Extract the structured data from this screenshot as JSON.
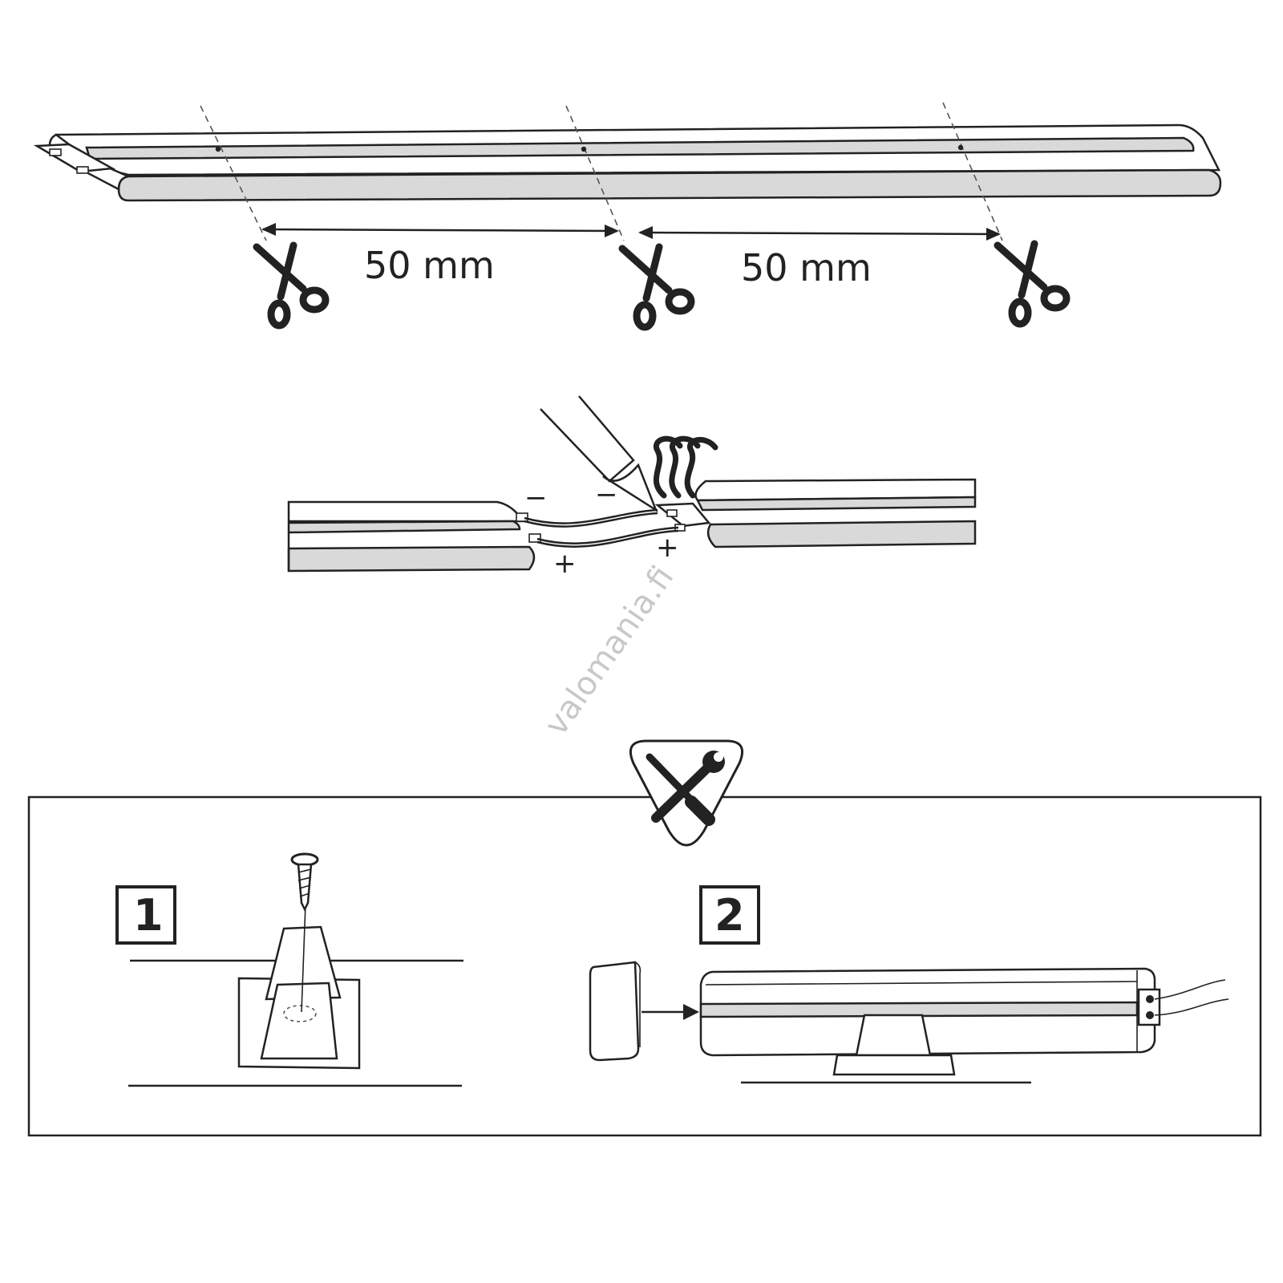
{
  "cut_section": {
    "dimensions": [
      {
        "label": "50 mm"
      },
      {
        "label": "50 mm"
      }
    ],
    "icons": [
      "scissors-icon",
      "scissors-icon",
      "scissors-icon"
    ]
  },
  "solder_section": {
    "signs": {
      "minus_left": "−",
      "minus_right": "−",
      "plus_left": "+",
      "plus_right": "+"
    },
    "icons": [
      "soldering-iron-icon",
      "heat-smoke-icon"
    ]
  },
  "watermark": "valomania.fi",
  "install_section": {
    "icon": "tools-screwdriver-wrench-icon",
    "steps": [
      {
        "number": "1"
      },
      {
        "number": "2"
      }
    ]
  },
  "colors": {
    "ink": "#222222",
    "strip_fill": "#d9d9d9",
    "background": "#ffffff",
    "watermark": "#c8c8c8"
  }
}
